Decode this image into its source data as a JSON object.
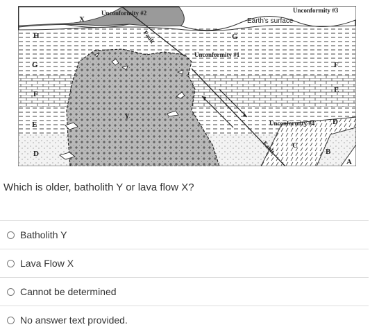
{
  "figure": {
    "labels": {
      "unconformity_1": "Unconformity #1",
      "unconformity_2": "Unconformity #2",
      "unconformity_3": "Unconformity #3",
      "unconformity_4": "Unconformity #4",
      "earths_surface": "Earth's surface",
      "fault_upper": "Fault",
      "fault_lower": "Fault",
      "x": "X",
      "y": "Y",
      "h": "H",
      "g_left": "G",
      "g_mid": "G",
      "f_left": "F",
      "f_right": "F",
      "e_left": "E",
      "e_right": "E",
      "d_left": "D",
      "d_right": "D",
      "c": "C",
      "b": "B",
      "a": "A"
    }
  },
  "question": "Which is older, batholith Y or lava flow X?",
  "options": [
    {
      "label": "Batholith Y"
    },
    {
      "label": "Lava Flow X"
    },
    {
      "label": "Cannot be determined"
    },
    {
      "label": "No answer text provided."
    }
  ]
}
